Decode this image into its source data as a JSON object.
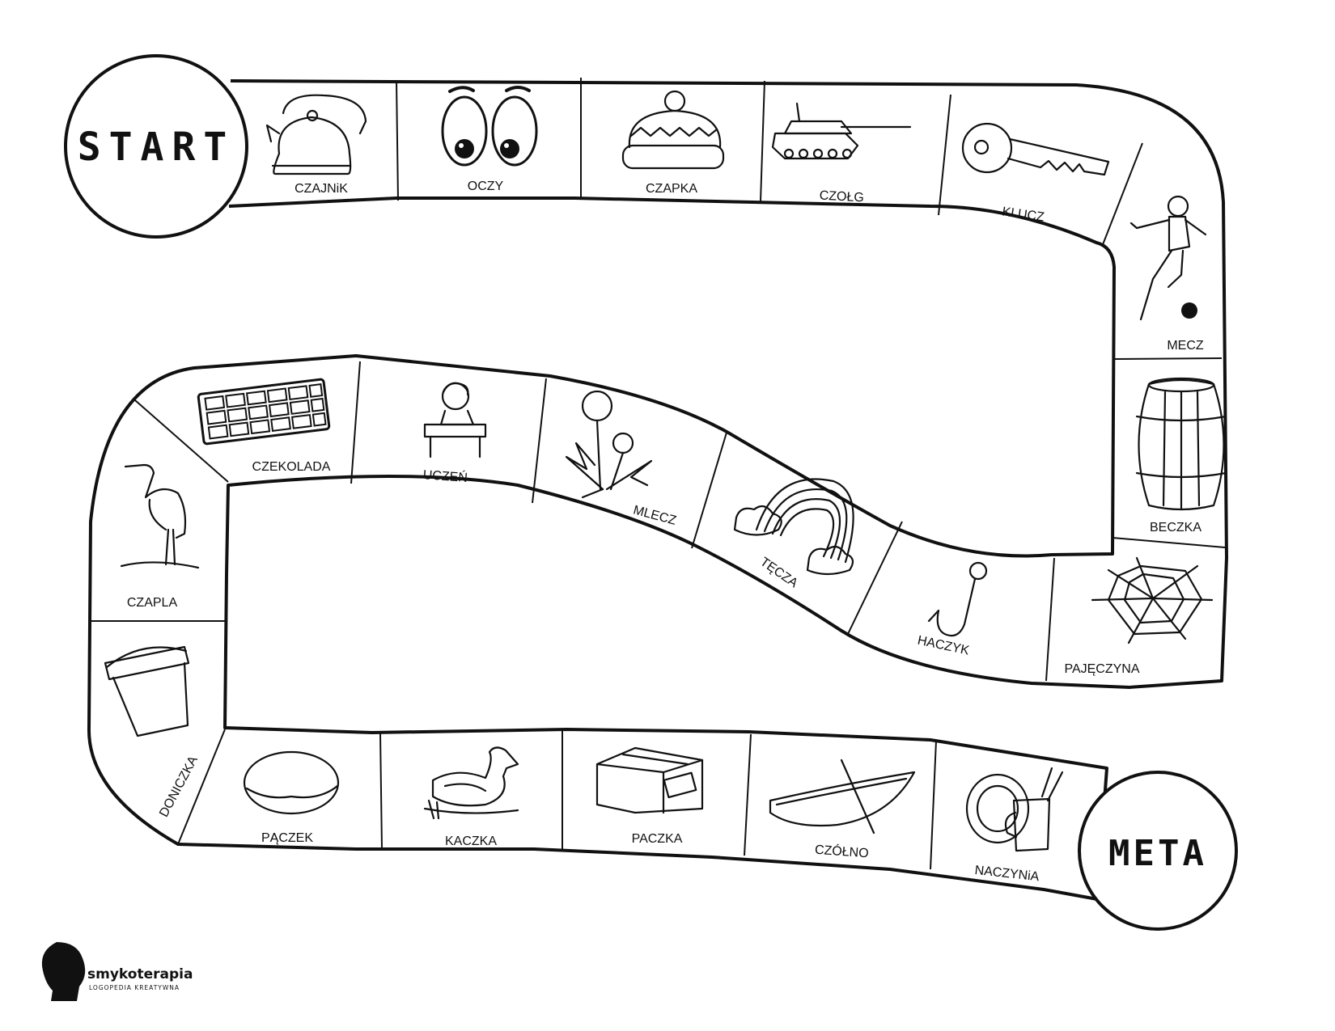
{
  "start_label": "START",
  "finish_label": "META",
  "cells": [
    {
      "label": "CZAJNiK",
      "icon": "kettle-icon"
    },
    {
      "label": "OCZY",
      "icon": "eyes-icon"
    },
    {
      "label": "CZAPKA",
      "icon": "hat-icon"
    },
    {
      "label": "CZOŁG",
      "icon": "tank-icon"
    },
    {
      "label": "KLUCZ",
      "icon": "key-icon"
    },
    {
      "label": "MECZ",
      "icon": "footballer-icon"
    },
    {
      "label": "BECZKA",
      "icon": "barrel-icon"
    },
    {
      "label": "PAJĘCZYNA",
      "icon": "spiderweb-icon"
    },
    {
      "label": "HACZYK",
      "icon": "hook-icon"
    },
    {
      "label": "TĘCZA",
      "icon": "rainbow-icon"
    },
    {
      "label": "MLECZ",
      "icon": "dandelion-icon"
    },
    {
      "label": "UCZEŃ",
      "icon": "pupil-icon"
    },
    {
      "label": "CZEKOLADA",
      "icon": "chocolate-icon"
    },
    {
      "label": "CZAPLA",
      "icon": "heron-icon"
    },
    {
      "label": "DONICZKA",
      "icon": "flowerpot-icon"
    },
    {
      "label": "PĄCZEK",
      "icon": "donut-icon"
    },
    {
      "label": "KACZKA",
      "icon": "duck-icon"
    },
    {
      "label": "PACZKA",
      "icon": "parcel-icon"
    },
    {
      "label": "CZÓŁNO",
      "icon": "canoe-icon"
    },
    {
      "label": "NACZYNiA",
      "icon": "dishes-icon"
    }
  ],
  "logo": {
    "name": "smykoterapia",
    "tagline": "LOGOPEDIA KREATYWNA"
  }
}
